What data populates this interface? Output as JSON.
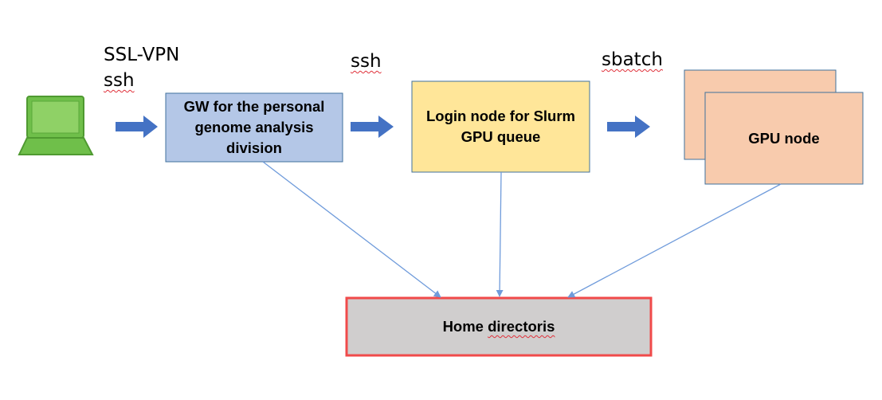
{
  "labels": {
    "ssl_vpn": "SSL-VPN",
    "ssh_first": "ssh",
    "ssh_second": "ssh",
    "sbatch": "sbatch"
  },
  "nodes": {
    "gateway": {
      "label": "GW for the personal\ngenome analysis\ndivision",
      "fill": "#b4c7e7",
      "border": "#41719c"
    },
    "login": {
      "label": "Login node for Slurm\nGPU queue",
      "fill": "#ffe699",
      "border": "#41719c"
    },
    "gpu": {
      "label": "GPU node",
      "fill": "#f8cbad",
      "border": "#41719c"
    },
    "home": {
      "label_prefix": "Home ",
      "label_word": "directoris",
      "fill": "#d0cece",
      "border": "#f04a4a"
    }
  },
  "colors": {
    "arrow_fill": "#4472c4",
    "connector_line": "#6f9bdb",
    "laptop_body": "#6fbf4a",
    "laptop_screen": "#8fd166",
    "laptop_outline": "#4f9a31",
    "spellcheck_underline": "#e0303a"
  },
  "icons": {
    "client": "laptop-icon"
  }
}
